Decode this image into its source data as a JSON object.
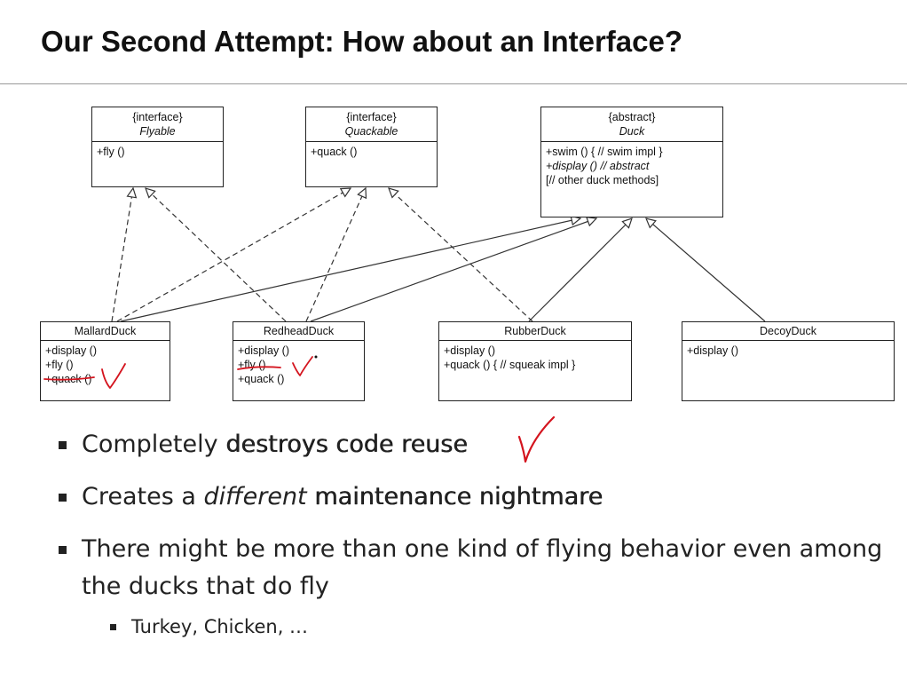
{
  "slide": {
    "title": "Our Second Attempt: How about an Interface?"
  },
  "diagram": {
    "flyable": {
      "stereotype": "{interface}",
      "name": "Flyable",
      "members": [
        "+fly ()"
      ]
    },
    "quackable": {
      "stereotype": "{interface}",
      "name": "Quackable",
      "members": [
        "+quack ()"
      ]
    },
    "duck": {
      "stereotype": "{abstract}",
      "name": "Duck",
      "members": [
        "+swim () { // swim impl }",
        "+display () // abstract",
        "[// other duck methods]"
      ]
    },
    "mallard": {
      "name": "MallardDuck",
      "members": [
        "+display ()",
        "+fly ()",
        "+quack ()"
      ]
    },
    "redhead": {
      "name": "RedheadDuck",
      "members": [
        "+display ()",
        "+fly ()",
        "+quack ()"
      ]
    },
    "rubber": {
      "name": "RubberDuck",
      "members": [
        "+display ()",
        "+quack () { // squeak impl }"
      ]
    },
    "decoy": {
      "name": "DecoyDuck",
      "members": [
        "+display ()"
      ]
    }
  },
  "bullets": {
    "b1_pre": "Completely ",
    "b1_bold": "destroys code reuse",
    "b2_pre": "Creates a ",
    "b2_italic": "different",
    "b2_post": " maintenance nightmare",
    "b3": "There might be more than one kind of flying behavior even among the ducks that do fly",
    "sub1": "Turkey, Chicken, …"
  },
  "colors": {
    "annotation": "#d4141e",
    "line": "#333333"
  }
}
